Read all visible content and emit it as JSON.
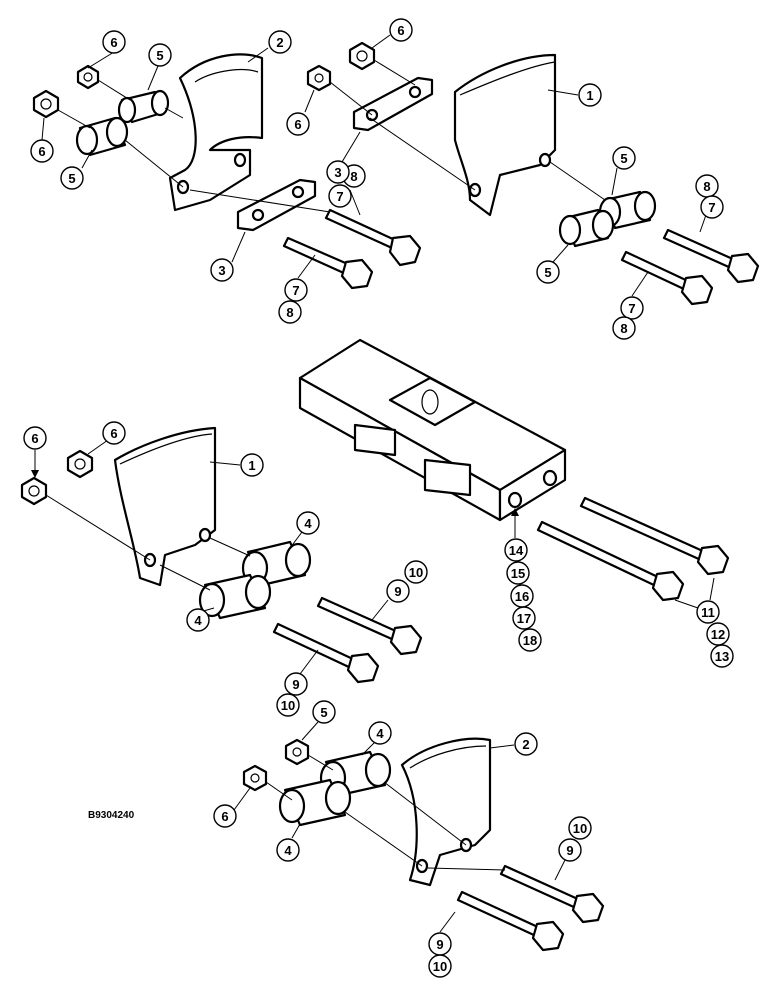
{
  "figure_id": "B9304240",
  "callouts": {
    "c1": "1",
    "c2": "2",
    "c3": "3",
    "c4": "4",
    "c5": "5",
    "c6": "6",
    "c7": "7",
    "c8": "8",
    "c9": "9",
    "c10": "10",
    "c11": "11",
    "c12": "12",
    "c13": "13",
    "c14": "14",
    "c15": "15",
    "c16": "16",
    "c17": "17",
    "c18": "18"
  }
}
